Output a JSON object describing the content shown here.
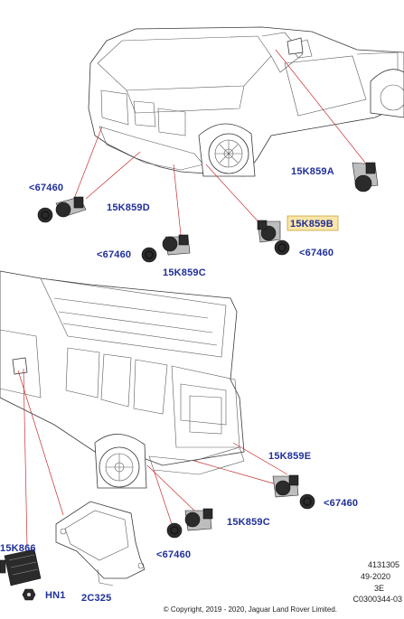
{
  "labels": {
    "c67460_a": "<67460",
    "k859d": "15K859D",
    "c67460_b": "<67460",
    "k859c_top": "15K859C",
    "k859a": "15K859A",
    "k859b": "15K859B",
    "c67460_c": "<67460",
    "k859e": "15K859E",
    "c67460_d": "<67460",
    "k859c_bot": "15K859C",
    "c67460_e": "<67460",
    "k866": "15K866",
    "hn1": "HN1",
    "c2c325": "2C325"
  },
  "meta": {
    "ref_number": "4131305",
    "date_code": "49-2020",
    "rev": "3E",
    "illustration_id": "C0300344-03",
    "copyright": "© Copyright, 2019 - 2020, Jaguar Land Rover Limited."
  },
  "colors": {
    "part_label": "#1f2f9a",
    "leader_line": "#c83030",
    "highlight": "#fbe6a8"
  },
  "highlighted_part": "15K859B"
}
